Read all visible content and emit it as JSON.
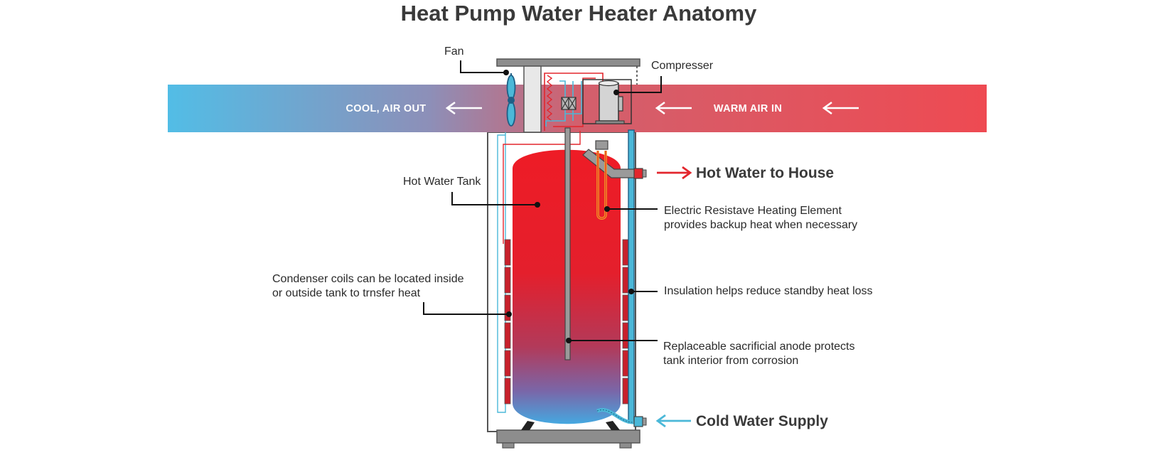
{
  "title": "Heat Pump Water Heater Anatomy",
  "band": {
    "left_label": "COOL, AIR OUT",
    "right_label": "WARM AIR IN",
    "color_cool": "#52bde6",
    "color_warm": "#ee4a52"
  },
  "labels": {
    "fan": "Fan",
    "compressor": "Compresser",
    "hot_water_tank": "Hot Water Tank",
    "condenser_line1": "Condenser coils can be located inside",
    "condenser_line2": "or outside tank to trnsfer heat",
    "element_line1": "Electric Resistave Heating Element",
    "element_line2": "provides backup heat when necessary",
    "insulation": "Insulation helps reduce standby heat loss",
    "anode_line1": "Replaceable sacrificial anode protects",
    "anode_line2": "tank interior from corrosion"
  },
  "pipes": {
    "hot_out": "Hot Water to House",
    "cold_in": "Cold Water Supply",
    "hot_color": "#e3262d",
    "cold_color": "#4bb8d8"
  },
  "colors": {
    "tank_hot": "#ee1c26",
    "tank_cold": "#45a8e0",
    "casing": "#8d8d8d",
    "coil": "#c8202b",
    "element": "#f5a623"
  },
  "icons": [
    "fan-icon",
    "compressor-icon",
    "arrow-left-icon",
    "arrow-right-icon"
  ]
}
